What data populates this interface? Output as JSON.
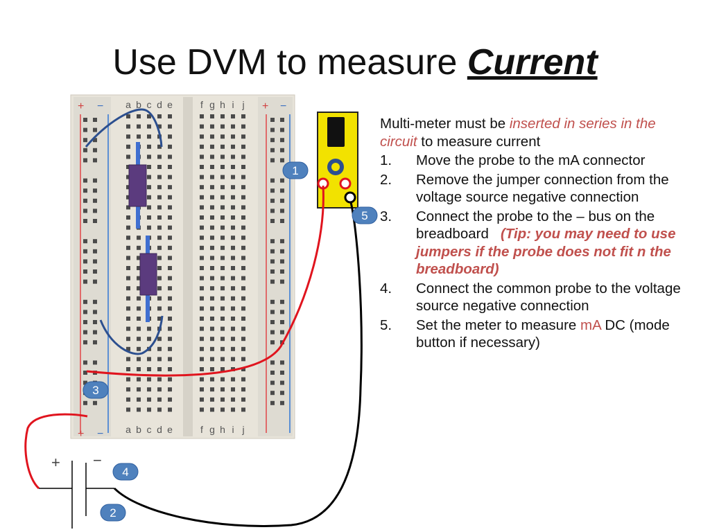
{
  "title": {
    "prefix": "Use DVM to measure",
    "emphasis": "Current"
  },
  "intro": {
    "before": "Multi-meter must be",
    "highlight": "inserted in series in the circuit",
    "after": "to measure current"
  },
  "steps": [
    {
      "number": "1.",
      "text": "Move the probe to the mA connector"
    },
    {
      "number": "2.",
      "text": "Remove the jumper connection from the voltage source negative connection"
    },
    {
      "number": "3.",
      "text": "Connect the probe to the – bus on the breadboard",
      "tip": "(Tip: you may need to use jumpers if the probe does not fit n the breadboard)"
    },
    {
      "number": "4.",
      "text": "Connect the common probe to the voltage source negative connection"
    },
    {
      "number": "5.",
      "before": "Set the meter to measure",
      "highlight": "mA",
      "after": "DC (mode button if necessary)"
    }
  ],
  "callouts": [
    "1",
    "5",
    "3",
    "4",
    "2"
  ],
  "breadboard": {
    "columns_left": [
      "a",
      "b",
      "c",
      "d",
      "e"
    ],
    "columns_right": [
      "f",
      "g",
      "h",
      "i",
      "j"
    ],
    "bus_plus": "+",
    "bus_minus": "−"
  },
  "battery": {
    "plus": "+",
    "minus": "−"
  },
  "colors": {
    "accent_red": "#c0504d",
    "wire_red": "#e0141e",
    "wire_black": "#000000",
    "meter_yellow": "#f2e200",
    "callout_fill": "#4f81bd",
    "resistor": "#5b3b7e",
    "board": "#e8e4da"
  }
}
